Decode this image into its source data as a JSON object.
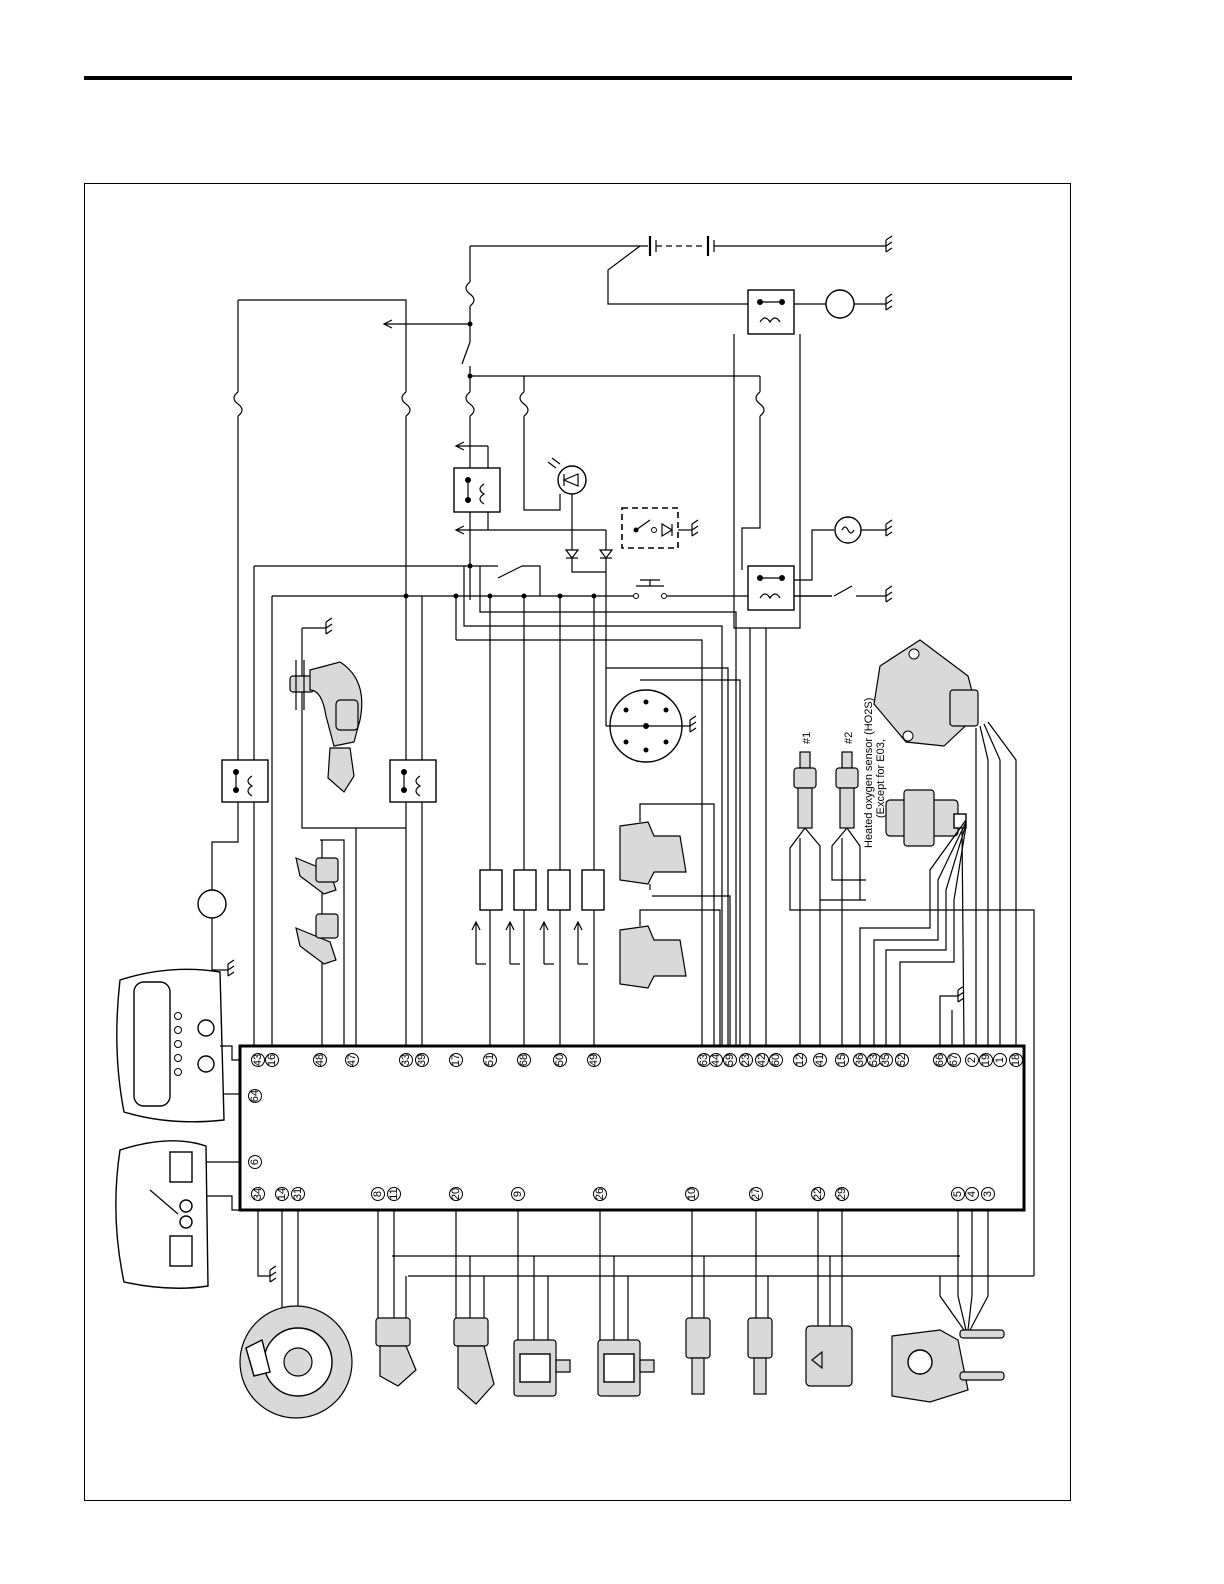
{
  "ecm": {
    "pins_top": [
      "43",
      "16",
      "48",
      "47",
      "33",
      "39",
      "17",
      "51",
      "68",
      "50",
      "49",
      "63",
      "44",
      "59",
      "23",
      "42",
      "60",
      "12",
      "41",
      "15",
      "36",
      "53",
      "35",
      "52",
      "66",
      "67",
      "2",
      "19",
      "1",
      "18"
    ],
    "pins_middle": [
      "64",
      "6"
    ],
    "pins_bottom": [
      "34",
      "14",
      "31",
      "8",
      "11",
      "20",
      "9",
      "26",
      "10",
      "27",
      "22",
      "29",
      "5",
      "4",
      "3"
    ]
  },
  "sensor_labels": {
    "ho2s_1": "#1",
    "ho2s_2": "#2",
    "ho2s_caption_1": "Heated oxygen sensor (HO2S)",
    "ho2s_caption_2": "(Except for E03,"
  },
  "colors": {
    "line": "#000000",
    "paper": "#ffffff",
    "shade": "#d9d9d9"
  }
}
